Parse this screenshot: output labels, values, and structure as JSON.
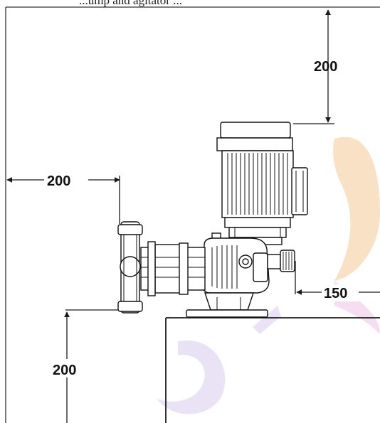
{
  "header": {
    "caption": "...ump and agitator ..."
  },
  "dimensions": {
    "top_clearance": "200",
    "left_clearance": "200",
    "bottom_clearance": "200",
    "right_clearance": "150"
  },
  "colors": {
    "line": "#1a1a1a",
    "frame": "#333333",
    "watermark_orange": "#f7d9b8",
    "watermark_purple": "#e3dcf2",
    "background": "#ffffff"
  }
}
